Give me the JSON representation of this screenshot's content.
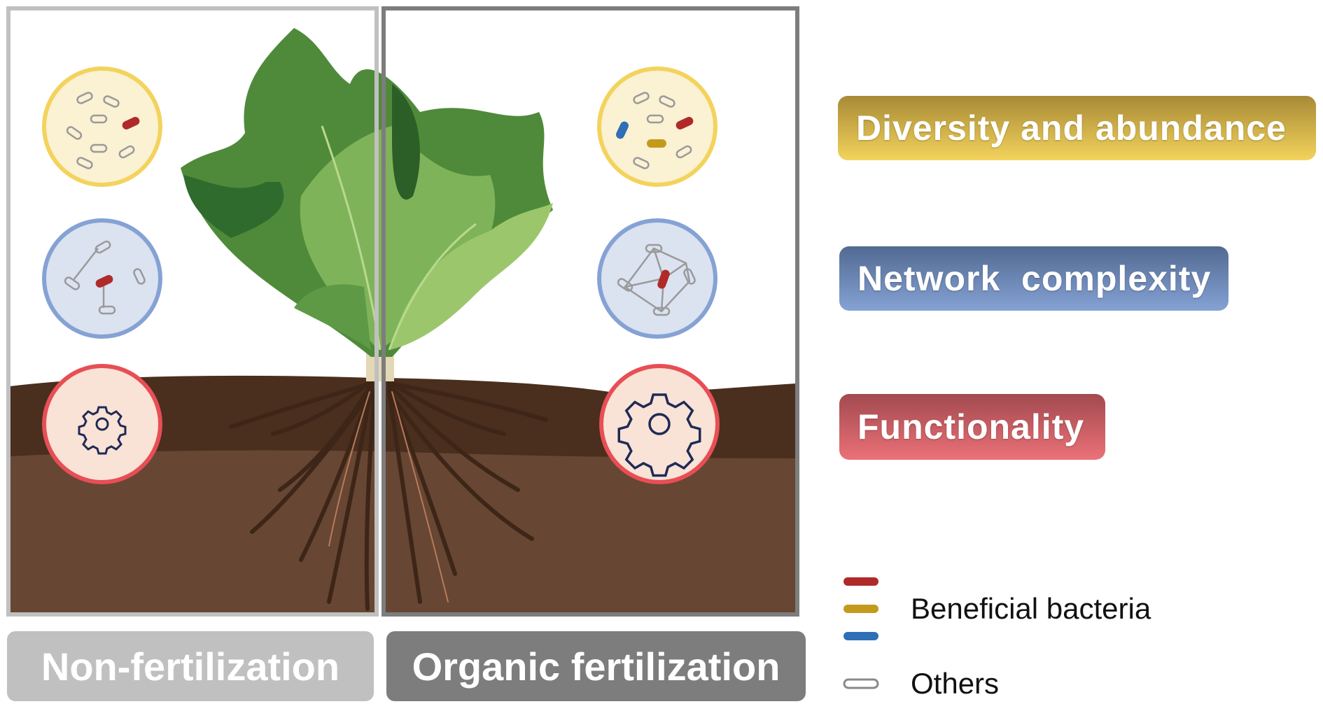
{
  "conditions": {
    "left": {
      "label": "Non-fertilization",
      "color": "#c0c0c0"
    },
    "right": {
      "label": "Organic fertilization",
      "color": "#7d7d7d"
    }
  },
  "metrics": [
    {
      "label": "Diversity and abundance",
      "color_top": "#a78a36",
      "color_bottom": "#f3d35c"
    },
    {
      "label": "Network  complexity",
      "color_top": "#526a92",
      "color_bottom": "#85a2d4"
    },
    {
      "label": "Functionality",
      "color_top": "#a24a50",
      "color_bottom": "#eb7177"
    }
  ],
  "legend": {
    "beneficial": {
      "label": "Beneficial bacteria",
      "colors": [
        "#b02a2a",
        "#c49a1c",
        "#2f6fb5"
      ]
    },
    "others": {
      "label": "Others"
    }
  }
}
